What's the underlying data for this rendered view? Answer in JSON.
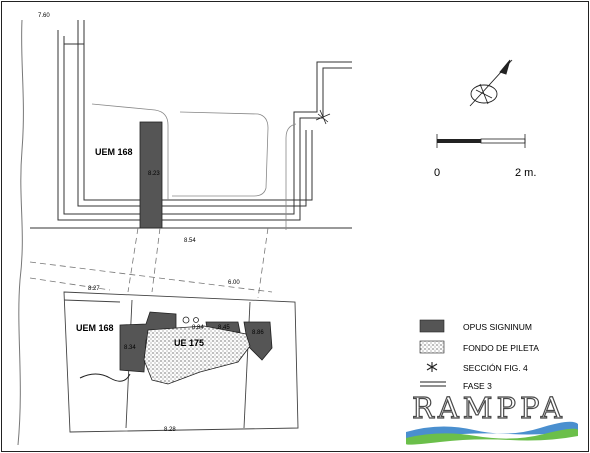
{
  "plan": {
    "elevations": {
      "top_left": "7.60",
      "e_8_23": "8.23",
      "e_8_54": "8.54",
      "e_6_00": "6.00",
      "e_8_27": "8.27",
      "e_8_34": "8.34",
      "e_8_86": "8.86",
      "e_8_28": "8.28",
      "e_8_84": "8.84",
      "e_8_45": "8.45"
    },
    "labels": {
      "uem_top": "UEM 168",
      "uem_bottom": "UEM 168",
      "ue_175": "UE 175"
    }
  },
  "scale_bar": {
    "start_label": "0",
    "end_label": "2 m."
  },
  "legend": {
    "items": [
      {
        "label": "OPUS SIGNINUM",
        "swatch": "solid",
        "color": "#555555"
      },
      {
        "label": "FONDO DE PILETA",
        "swatch": "stipple"
      },
      {
        "label": "SECCIÓN FIG. 4",
        "swatch": "star"
      },
      {
        "label": "FASE 3",
        "swatch": "double-line"
      }
    ]
  },
  "logo": {
    "text": "RAMPPA",
    "wave_colors": [
      "#4a8fcf",
      "#6bbf4a"
    ]
  },
  "colors": {
    "opus_fill": "#555555",
    "line": "#1a1a1a",
    "dashed": "#777777"
  }
}
